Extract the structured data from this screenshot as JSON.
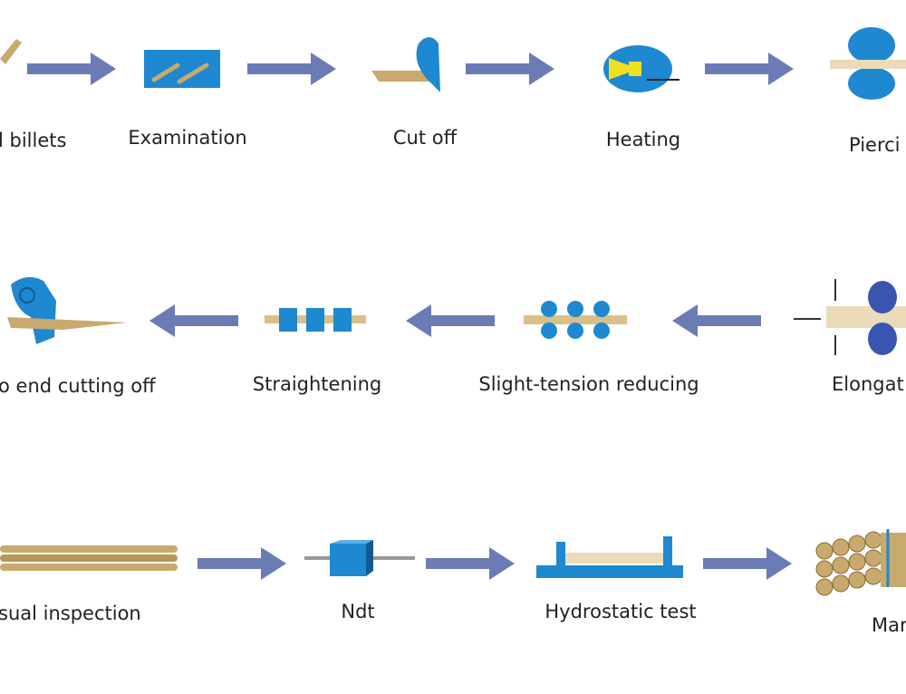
{
  "colors": {
    "arrow": "#6b7bb5",
    "machine": "#1e88d0",
    "steel": "#c8a96e",
    "text": "#222222"
  },
  "rows": [
    {
      "direction": "right",
      "steps": [
        {
          "label": "l billets",
          "icon": "billet-icon"
        },
        {
          "label": "Examination",
          "icon": "examination-icon"
        },
        {
          "label": "Cut off",
          "icon": "cutter-icon"
        },
        {
          "label": "Heating",
          "icon": "furnace-icon"
        },
        {
          "label": "Pierci",
          "icon": "piercing-rolls-icon"
        }
      ]
    },
    {
      "direction": "left",
      "steps": [
        {
          "label": "Elongat",
          "icon": "elongation-rolls-icon"
        },
        {
          "label": "Slight-tension reducing",
          "icon": "reducing-rolls-icon"
        },
        {
          "label": "Straightening",
          "icon": "straightener-icon"
        },
        {
          "label": "o end cutting off",
          "icon": "end-cutter-icon"
        }
      ]
    },
    {
      "direction": "right",
      "steps": [
        {
          "label": "sual inspection",
          "icon": "pipes-icon"
        },
        {
          "label": "Ndt",
          "icon": "ndt-icon"
        },
        {
          "label": "Hydrostatic test",
          "icon": "hydrostatic-icon"
        },
        {
          "label": "Mar",
          "icon": "bundle-icon"
        }
      ]
    }
  ]
}
